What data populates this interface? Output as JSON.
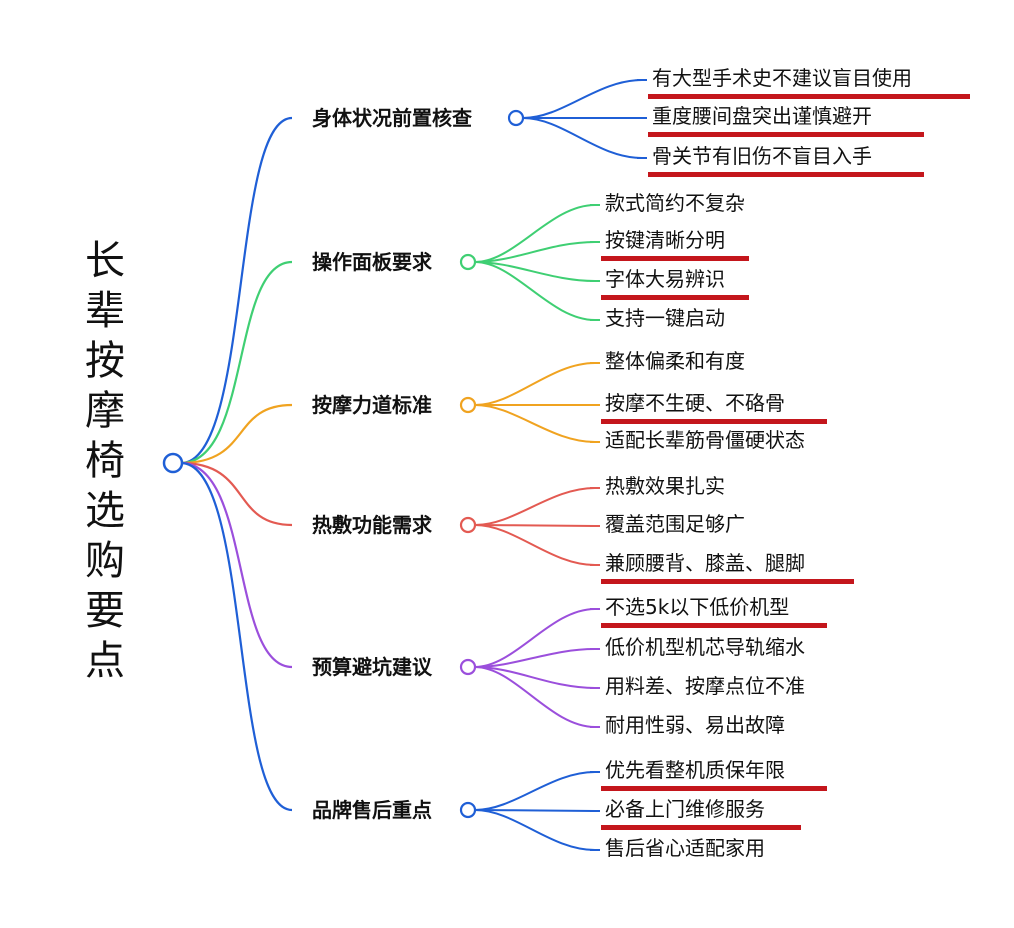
{
  "title": "长辈按摩椅选购要点",
  "branches": [
    {
      "label": "身体状况前置核查",
      "color": "#1f5fd6",
      "items": [
        {
          "text": "有大型手术史不建议盲目使用",
          "highlight": true
        },
        {
          "text": "重度腰间盘突出谨慎避开",
          "highlight": true
        },
        {
          "text": "骨关节有旧伤不盲目入手",
          "highlight": true
        }
      ]
    },
    {
      "label": "操作面板要求",
      "color": "#3fcf73",
      "items": [
        {
          "text": "款式简约不复杂",
          "highlight": false
        },
        {
          "text": "按键清晰分明",
          "highlight": true
        },
        {
          "text": "字体大易辨识",
          "highlight": true
        },
        {
          "text": "支持一键启动",
          "highlight": false
        }
      ]
    },
    {
      "label": "按摩力道标准",
      "color": "#f0a320",
      "items": [
        {
          "text": "整体偏柔和有度",
          "highlight": false
        },
        {
          "text": "按摩不生硬、不硌骨",
          "highlight": true
        },
        {
          "text": "适配长辈筋骨僵硬状态",
          "highlight": false
        }
      ]
    },
    {
      "label": "热敷功能需求",
      "color": "#e35a52",
      "items": [
        {
          "text": "热敷效果扎实",
          "highlight": false
        },
        {
          "text": "覆盖范围足够广",
          "highlight": false
        },
        {
          "text": "兼顾腰背、膝盖、腿脚",
          "highlight": true
        }
      ]
    },
    {
      "label": "预算避坑建议",
      "color": "#9b4fdc",
      "items": [
        {
          "text": "不选5k以下低价机型",
          "highlight": true
        },
        {
          "text": "低价机型机芯导轨缩水",
          "highlight": false
        },
        {
          "text": "用料差、按摩点位不准",
          "highlight": false
        },
        {
          "text": "耐用性弱、易出故障",
          "highlight": false
        }
      ]
    },
    {
      "label": "品牌售后重点",
      "color": "#1f5fd6",
      "items": [
        {
          "text": "优先看整机质保年限",
          "highlight": true
        },
        {
          "text": "必备上门维修服务",
          "highlight": true
        },
        {
          "text": "售后省心适配家用",
          "highlight": false
        }
      ]
    }
  ],
  "colors": {
    "root_node": "#1f5fd6",
    "underline": "#c4161c",
    "text": "#111111"
  }
}
